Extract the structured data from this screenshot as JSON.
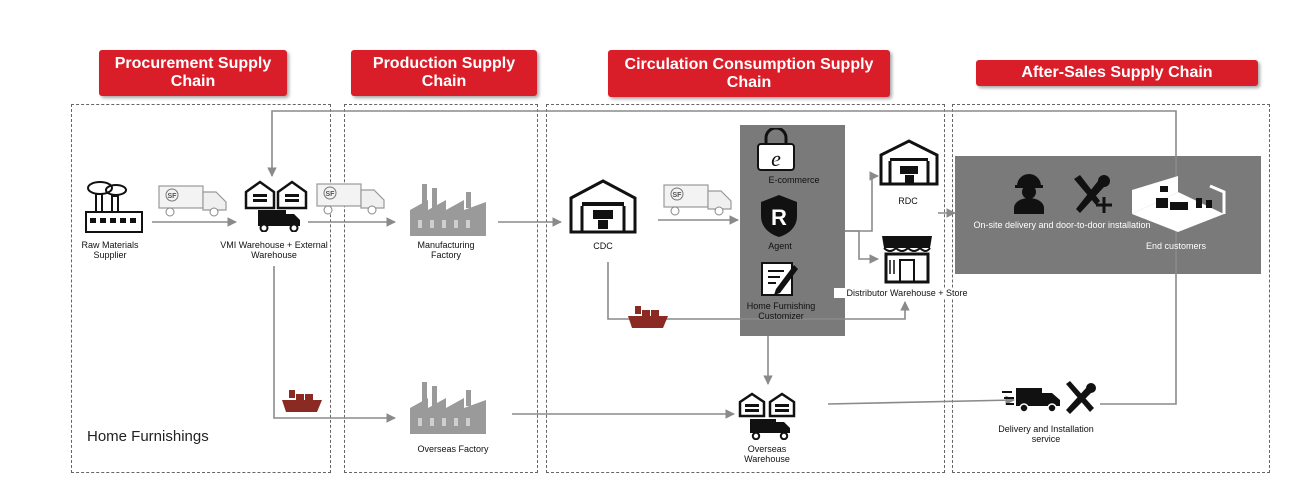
{
  "headers": {
    "procurement": "Procurement Supply Chain",
    "production": "Production Supply Chain",
    "circulation": "Circulation Consumption Supply Chain",
    "after_sales": "After-Sales Supply Chain"
  },
  "nodes": {
    "raw_materials": "Raw Materials Supplier",
    "vmi_warehouse": "VMI Warehouse + External Warehouse",
    "manufacturing_factory": "Manufacturing Factory",
    "overseas_factory": "Overseas Factory",
    "cdc": "CDC",
    "ecommerce": "E-commerce",
    "agent": "Agent",
    "home_furnishing_customizer": "Home Furnishing Customizer",
    "rdc": "RDC",
    "distributor": "Distributor Warehouse + Store",
    "overseas_warehouse": "Overseas Warehouse",
    "onsite_delivery": "On-site delivery and door-to-door installation",
    "end_customers": "End customers",
    "delivery_installation": "Delivery and Installation service"
  },
  "truck_badge": "SF",
  "agent_letter": "R",
  "ecommerce_letter": "e",
  "footer_label": "Home Furnishings",
  "colors": {
    "accent_red": "#d91e2a",
    "ship_red": "#8b2a22",
    "panel_gray": "#7a7a7a",
    "line_gray": "#8a8a8a"
  }
}
